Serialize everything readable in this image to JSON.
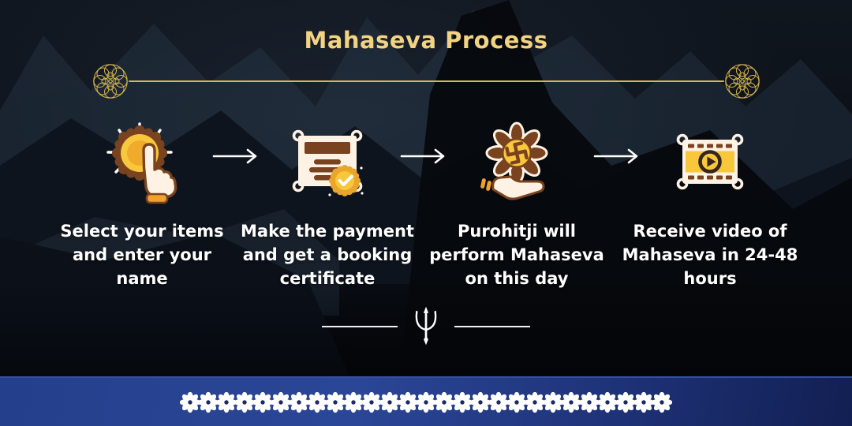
{
  "title": "Mahaseva Process",
  "steps": [
    {
      "icon": "tap-select-icon",
      "label": "Select your items\nand enter your\nname"
    },
    {
      "icon": "certificate-icon",
      "label": "Make the payment\nand get a booking\ncertificate"
    },
    {
      "icon": "offering-hand-icon",
      "label": "Purohitji will\nperform Mahaseva\non this day"
    },
    {
      "icon": "video-film-icon",
      "label": "Receive video of\nMahaseva in 24-48\nhours"
    }
  ],
  "divider": {
    "symbol": "trishul"
  },
  "footer": {
    "flower_count": 27
  },
  "colors": {
    "title_gold": "#f2d283",
    "ornament_gold": "#d8b74e",
    "label_white": "#ffffff",
    "icon_brown": "#7a431f",
    "icon_yellow": "#f6c232",
    "icon_gold": "#e9a62a",
    "icon_cream": "#fdf2e3",
    "footer_blue": "#2b4697",
    "footer_blue_dark": "#121f52"
  }
}
